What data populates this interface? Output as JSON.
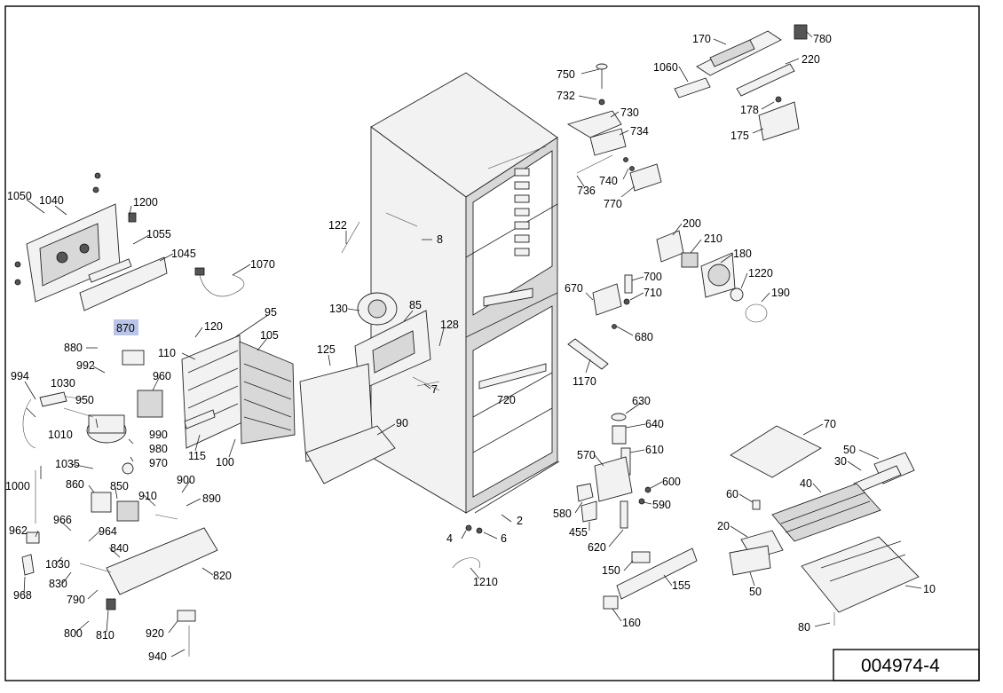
{
  "document_number": "004974-4",
  "highlighted_part": "870",
  "part_labels": {
    "p1050": "1050",
    "p1040": "1040",
    "p1200": "1200",
    "p1055": "1055",
    "p1045": "1045",
    "p1070": "1070",
    "p870": "870",
    "p880": "880",
    "p994": "994",
    "p992": "992",
    "p1030a": "1030",
    "p950": "950",
    "p1010": "1010",
    "p960": "960",
    "p120": "120",
    "p110": "110",
    "p95": "95",
    "p105": "105",
    "p115": "115",
    "p100": "100",
    "p990": "990",
    "p980": "980",
    "p970": "970",
    "p1035": "1035",
    "p1000": "1000",
    "p860": "860",
    "p850": "850",
    "p910": "910",
    "p900": "900",
    "p890": "890",
    "p966": "966",
    "p962": "962",
    "p964": "964",
    "p840": "840",
    "p1030b": "1030",
    "p830": "830",
    "p968": "968",
    "p790": "790",
    "p820": "820",
    "p800": "800",
    "p810": "810",
    "p920": "920",
    "p940": "940",
    "p122": "122",
    "p8": "8",
    "p130": "130",
    "p85": "85",
    "p128": "128",
    "p125": "125",
    "p7": "7",
    "p90": "90",
    "p720": "720",
    "p2": "2",
    "p4": "4",
    "p6": "6",
    "p1210": "1210",
    "p750": "750",
    "p732": "732",
    "p730": "730",
    "p734": "734",
    "p740": "740",
    "p736": "736",
    "p770": "770",
    "p170": "170",
    "p780": "780",
    "p1060": "1060",
    "p220": "220",
    "p178": "178",
    "p175": "175",
    "p200": "200",
    "p210": "210",
    "p180": "180",
    "p1220": "1220",
    "p190": "190",
    "p670": "670",
    "p700": "700",
    "p710": "710",
    "p680": "680",
    "p1170": "1170",
    "p630": "630",
    "p640": "640",
    "p610": "610",
    "p570": "570",
    "p600": "600",
    "p590": "590",
    "p580": "580",
    "p455": "455",
    "p620": "620",
    "p150": "150",
    "p155": "155",
    "p160": "160",
    "p70": "70",
    "p50a": "50",
    "p30": "30",
    "p60": "60",
    "p40": "40",
    "p20": "20",
    "p50b": "50",
    "p10": "10",
    "p80": "80"
  }
}
